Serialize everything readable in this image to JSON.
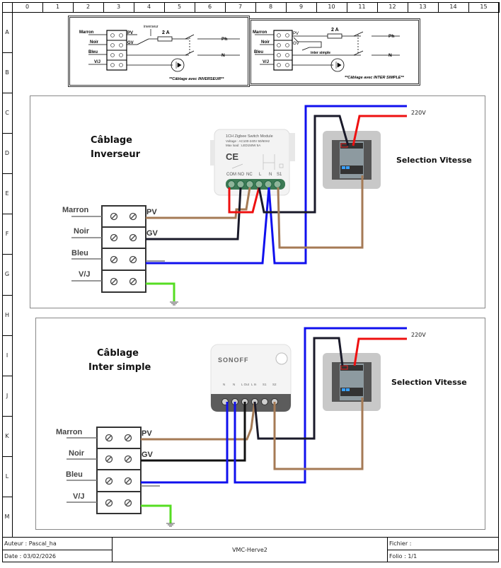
{
  "grid": {
    "columns": [
      "0",
      "1",
      "2",
      "3",
      "4",
      "5",
      "6",
      "7",
      "8",
      "9",
      "10",
      "11",
      "12",
      "13",
      "14",
      "15"
    ],
    "rows": [
      "A",
      "B",
      "C",
      "D",
      "E",
      "F",
      "G",
      "H",
      "I",
      "J",
      "K",
      "L",
      "M"
    ]
  },
  "legend_inverseur": {
    "terminals": [
      "Marron",
      "Noir",
      "Bleu",
      "V/J"
    ],
    "outputs": [
      "PV",
      "GV"
    ],
    "switch_label": "inverseur",
    "fuse_label": "2 A",
    "line_labels": [
      "Ph",
      "N"
    ],
    "caption": "**Câblage avec INVERSEUR**"
  },
  "legend_inter_simple": {
    "terminals": [
      "Marron",
      "Noir",
      "Bleu",
      "V/J"
    ],
    "outputs": [
      "PV",
      "GV"
    ],
    "switch_label": "inter simple",
    "fuse_label": "2 A",
    "line_labels": [
      "Ph",
      "N"
    ],
    "caption": "**Câblage avec INTER SIMPLE**"
  },
  "panel_inverseur": {
    "title_line1": "Câblage",
    "title_line2": "Inverseur",
    "terminals": [
      "Marron",
      "Noir",
      "Bleu",
      "V/J"
    ],
    "outputs": [
      "PV",
      "GV"
    ],
    "module": {
      "line1": "1CH Zigbee Switch Module",
      "line2": "Voltage : AC100-240V 50/60Hz",
      "line3": "Max load : LED150W 5A",
      "marking": "CE",
      "pins": [
        "COM",
        "NO",
        "NC",
        "L",
        "N",
        "S1"
      ]
    },
    "supply_label": "220V",
    "switch_label": "Selection Vitesse"
  },
  "panel_inter_simple": {
    "title_line1": "Câblage",
    "title_line2": "Inter simple",
    "terminals": [
      "Marron",
      "Noir",
      "Bleu",
      "V/J"
    ],
    "outputs": [
      "PV",
      "GV"
    ],
    "module": {
      "brand": "SONOFF",
      "pins": [
        "N",
        "N",
        "L Out",
        "L In",
        "S1",
        "S2"
      ]
    },
    "supply_label": "220V",
    "switch_label": "Selection Vitesse"
  },
  "wire_colors": {
    "brown": "#a57a55",
    "black": "#1a1a2a",
    "blue": "#1010ee",
    "red": "#ee1010",
    "green": "#55dd22"
  },
  "footer": {
    "author": "Auteur : Pascal_ha",
    "date": "Date : 03/02/2026",
    "title": "VMC-Herve2",
    "file": "Fichier :",
    "folio": "Folio : 1/1"
  }
}
